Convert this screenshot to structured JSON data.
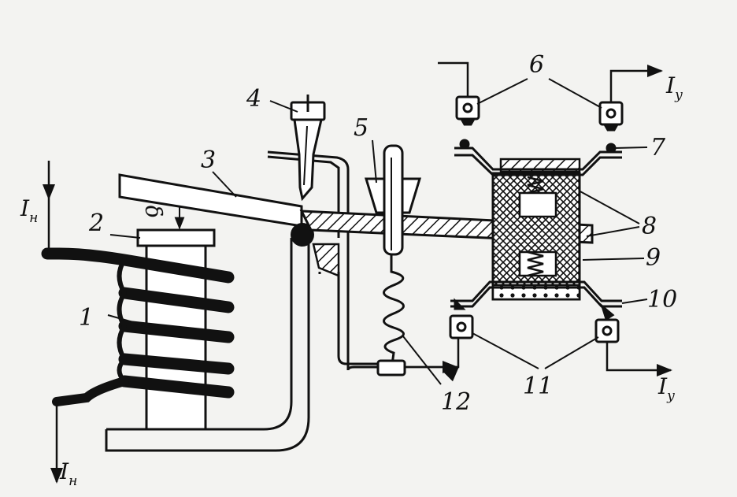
{
  "labels": {
    "coil": "1",
    "core": "2",
    "armature": "3",
    "screw": "4",
    "stop": "5",
    "upper_terminals": "6",
    "upper_contacts": "7",
    "bridges": "8",
    "insulator": "9",
    "lower_contacts": "10",
    "lower_terminals": "11",
    "spring": "12",
    "gap": "δ"
  },
  "currents": {
    "in_top": {
      "main": "I",
      "sub": "н"
    },
    "in_bottom": {
      "main": "I",
      "sub": "н"
    },
    "out_top": {
      "main": "I",
      "sub": "у"
    },
    "out_bottom": {
      "main": "I",
      "sub": "у"
    }
  },
  "colors": {
    "ink": "#111111",
    "paper": "#f3f3f1"
  }
}
